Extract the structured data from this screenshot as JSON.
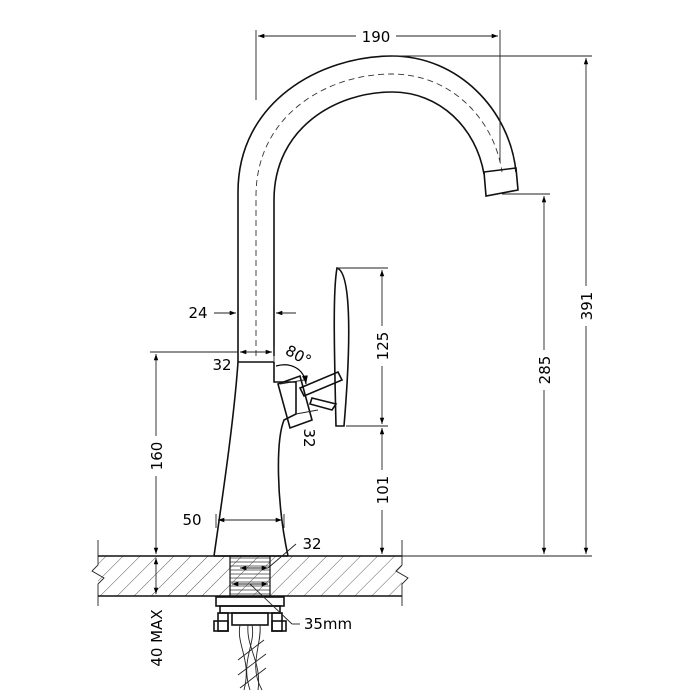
{
  "dimensions": {
    "spout_reach": "190",
    "total_height": "391",
    "spout_outlet_height": "285",
    "handle_height": "125",
    "handle_base_height": "101",
    "body_height": "160",
    "spout_tube_diameter": "24",
    "body_top_width": "32",
    "handle_angle": "80°",
    "handle_depth": "32",
    "body_base_width": "50",
    "base_offset": "32",
    "thread_diameter": "35mm",
    "max_counter_thickness": "40 MAX"
  }
}
